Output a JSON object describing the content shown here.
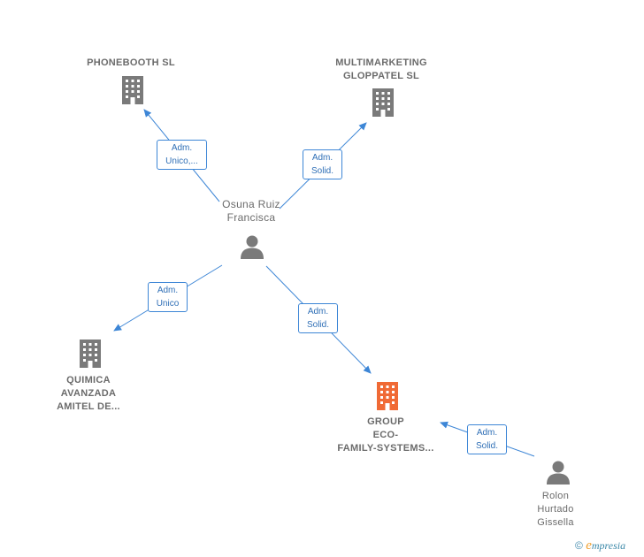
{
  "nodes": {
    "phonebooth": {
      "label": "PHONEBOOTH SL"
    },
    "multimarketing": {
      "line1": "MULTIMARKETING",
      "line2": "GLOPPATEL SL"
    },
    "quimica": {
      "line1": "QUIMICA",
      "line2": "AVANZADA",
      "line3": "AMITEL DE..."
    },
    "group": {
      "line1": "GROUP",
      "line2": "ECO-",
      "line3": "FAMILY-SYSTEMS..."
    },
    "osuna": {
      "line1": "Osuna Ruiz",
      "line2": "Francisca"
    },
    "rolon": {
      "line1": "Rolon",
      "line2": "Hurtado",
      "line3": "Gissella"
    }
  },
  "edges": {
    "osuna_phonebooth": {
      "line1": "Adm.",
      "line2": "Unico,..."
    },
    "osuna_multimarketing": {
      "line1": "Adm.",
      "line2": "Solid."
    },
    "osuna_quimica": {
      "line1": "Adm.",
      "line2": "Unico"
    },
    "osuna_group": {
      "line1": "Adm.",
      "line2": "Solid."
    },
    "rolon_group": {
      "line1": "Adm.",
      "line2": "Solid."
    }
  },
  "colors": {
    "edge": "#3d86d6",
    "company_icon": "#7a7a7a",
    "highlight_icon": "#f06a35",
    "person_icon": "#7a7a7a"
  },
  "footer": {
    "copyright": "©",
    "brand_initial": "e",
    "brand_rest": "mpresia"
  }
}
